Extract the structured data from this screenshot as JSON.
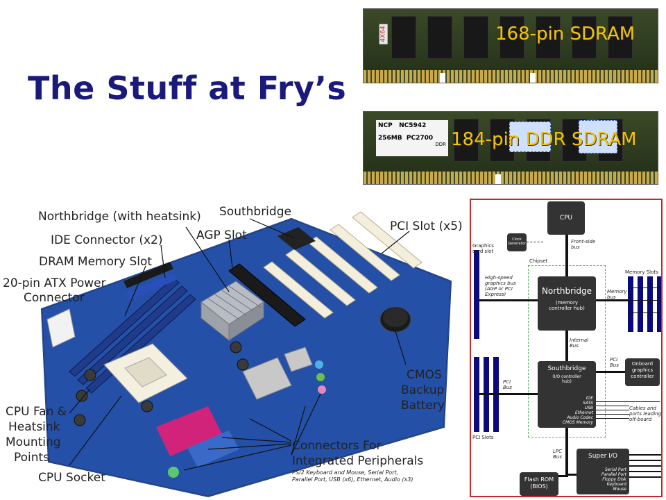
{
  "title": "The Stuff at Fry’s",
  "ram": {
    "sdram_label": "168-pin SDRAM",
    "ddr_label": "184-pin DDR SDRAM",
    "sdram_sticker": "4X64",
    "ddr_sticker_1": "NCP",
    "ddr_sticker_2": "NC5942",
    "ddr_sticker_3": "256MB",
    "ddr_sticker_4": "PC2700",
    "ddr_sticker_5": "DDR"
  },
  "motherboard": {
    "labels": {
      "northbridge": "Northbridge (with heatsink)",
      "southbridge": "Southbridge",
      "agp": "AGP Slot",
      "ide": "IDE Connector (x2)",
      "pci": "PCI Slot (x5)",
      "dram": "DRAM Memory Slot",
      "atx_1": "20-pin ATX Power",
      "atx_2": "Connector",
      "fan_1": "CPU Fan &",
      "fan_2": "Heatsink",
      "fan_3": "Mounting",
      "fan_4": "Points",
      "socket": "CPU Socket",
      "cmos_1": "CMOS",
      "cmos_2": "Backup",
      "cmos_3": "Battery",
      "periph_1": "Connectors For",
      "periph_2": "Integrated Peripherals",
      "periph_sub_1": "PS/2 Keyboard and Mouse, Serial Port,",
      "periph_sub_2": "Parallel Port, USB (x6), Ethernet, Audio (x3)"
    }
  },
  "diagram": {
    "cpu": "CPU",
    "clock_1": "Clock",
    "clock_2": "Generator",
    "fsb_1": "Front-side",
    "fsb_2": "bus",
    "chipset": "Chipset",
    "graphics_1": "Graphics",
    "graphics_2": "card slot",
    "hsgb_1": "High-speed",
    "hsgb_2": "graphics bus",
    "hsgb_3": "(AGP or PCI",
    "hsgb_4": "Express)",
    "nb_title": "Northbridge",
    "nb_sub_1": "(memory",
    "nb_sub_2": "controller hub)",
    "mem_bus_1": "Memory",
    "mem_bus_2": "bus",
    "mem_slots": "Memory Slots",
    "internal_1": "Internal",
    "internal_2": "Bus",
    "pci_bus_r_1": "PCI",
    "pci_bus_r_2": "Bus",
    "onboard_1": "Onboard",
    "onboard_2": "graphics",
    "onboard_3": "controller",
    "sb_title": "Southbridge",
    "sb_sub_1": "(I/O controller",
    "sb_sub_2": "hub)",
    "pci_bus_l_1": "PCI",
    "pci_bus_l_2": "Bus",
    "sb_ifaces": [
      "IDE",
      "SATA",
      "USB",
      "Ethernet",
      "Audio Codec",
      "CMOS Memory"
    ],
    "cables_1": "Cables and",
    "cables_2": "ports leading",
    "cables_3": "off-board",
    "pci_slots": "PCI Slots",
    "lpc_1": "LPC",
    "lpc_2": "Bus",
    "superio": "Super I/O",
    "superio_ports": [
      "Serial Port",
      "Parallel Port",
      "Floppy Disk",
      "Keyboard",
      "Mouse"
    ],
    "flash_1": "Flash ROM",
    "flash_2": "(BIOS)"
  },
  "colors": {
    "title": "#1a1a7a",
    "ram_label": "#f5c400",
    "diagram_border": "#c8262a",
    "bus_navy": "#0a0a7a"
  }
}
